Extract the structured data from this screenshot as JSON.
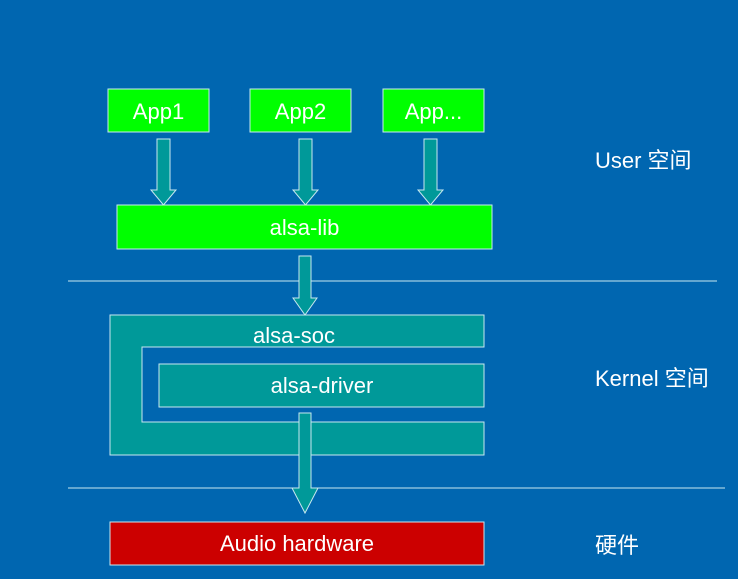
{
  "colors": {
    "background": "#0066b0",
    "user_box": "#00ff00",
    "kernel_box": "#009999",
    "hardware_box": "#cc0000",
    "arrow": "#009999",
    "outline": "#c8e8f0"
  },
  "apps": [
    "App1",
    "App2",
    "App..."
  ],
  "alsa_lib": "alsa-lib",
  "alsa_soc": "alsa-soc",
  "alsa_driver": "alsa-driver",
  "audio_hardware": "Audio hardware",
  "layers": {
    "user": "User 空间",
    "kernel": "Kernel 空间",
    "hardware": "硬件"
  }
}
